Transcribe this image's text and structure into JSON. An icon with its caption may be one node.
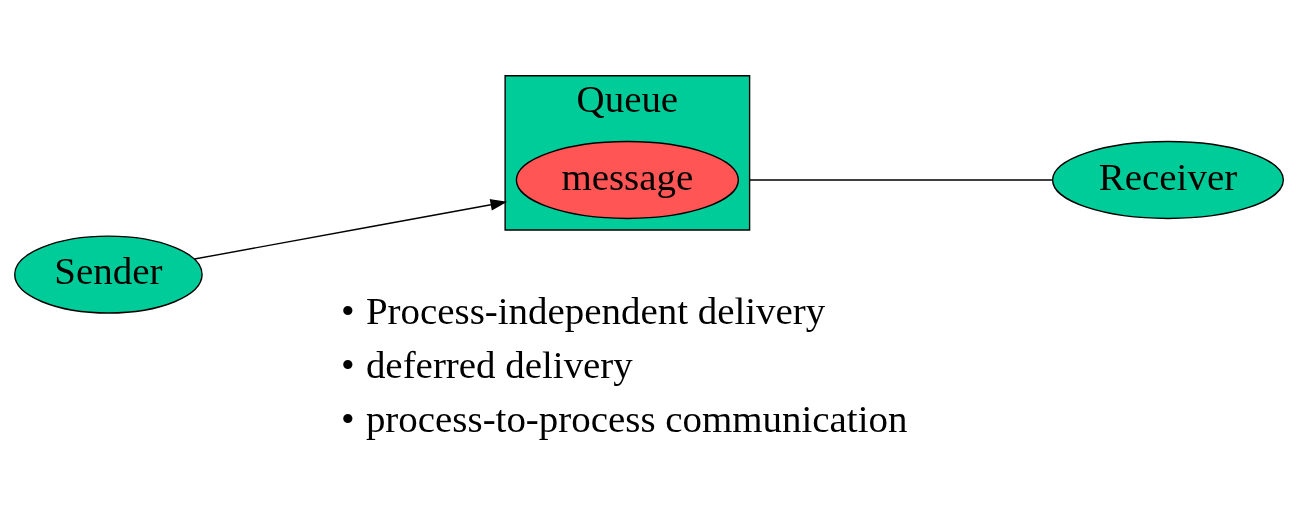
{
  "diagram": {
    "nodes": [
      {
        "text": [
          "Queue"
        ]
      },
      {
        "text": [
          "message"
        ],
        "in": 0
      },
      {
        "text": [
          "Receiver"
        ]
      },
      {
        "text": [
          "Sender"
        ]
      }
    ],
    "edges": [
      {
        "from": 3,
        "to": 0,
        "arrow": "to"
      },
      {
        "from": 0,
        "to": 2,
        "arrow": "none"
      }
    ],
    "labels": [
      "•",
      "Process-independent delivery",
      "•",
      "deferred delivery",
      "•",
      "process-to-process communication"
    ]
  }
}
